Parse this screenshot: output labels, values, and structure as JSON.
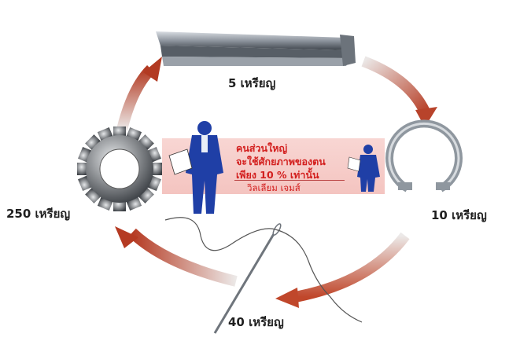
{
  "labels": {
    "top": "5 เหรียญ",
    "right": "10 เหรียญ",
    "bottom": "40 เหรียญ",
    "left": "250 เหรียญ"
  },
  "banner": {
    "line1": "คนส่วนใหญ่",
    "line2": "จะใช้ศักยภาพของตน",
    "line3": "เพียง 10 % เท่านั้น",
    "author": "วิลเลียม เจมส์"
  },
  "colors": {
    "arrow_dark": "#b23a22",
    "arrow_light": "#e6e3e2",
    "banner_text": "#d3201f",
    "figure_blue": "#1f3fa6"
  },
  "icons": [
    "steel-bar-icon",
    "horseshoe-icon",
    "needle-icon",
    "gear-icon",
    "businessman-icon"
  ]
}
